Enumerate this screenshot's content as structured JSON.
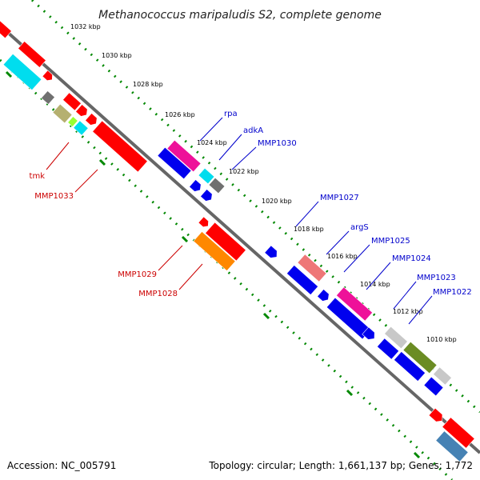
{
  "title": "Methanococcus maripaludis S2, complete genome",
  "footer": {
    "accession": "Accession: NC_005791",
    "topology": "Topology: circular; Length: 1,661,137 bp; Genes: 1,772"
  },
  "scale_labels": [
    "1032 kbp",
    "1030 kbp",
    "1028 kbp",
    "1026 kbp",
    "1024 kbp",
    "1022 kbp",
    "1020 kbp",
    "1018 kbp",
    "1016 kbp",
    "1014 kbp",
    "1012 kbp",
    "1010 kbp"
  ],
  "forward_gene_labels": [
    "rpa",
    "adkA",
    "MMP1030",
    "MMP1027",
    "argS",
    "MMP1025",
    "MMP1024",
    "MMP1023",
    "MMP1022"
  ],
  "reverse_gene_labels": [
    "tmk",
    "MMP1033",
    "MMP1029",
    "MMP1028"
  ],
  "colors": {
    "red": "#ff0000",
    "blue": "#0000ee",
    "cyan": "#00ddee",
    "magenta": "#ee1199",
    "orange": "#ff8800",
    "olive": "#b5b070",
    "dark_gray": "#707070",
    "light_gray": "#c8c8c8",
    "dark_olive": "#6b8c23",
    "salmon": "#ee7777",
    "steel_blue": "#4682b4",
    "lime": "#99ff33",
    "backbone": "#666666",
    "scale_dots": "#008800"
  }
}
